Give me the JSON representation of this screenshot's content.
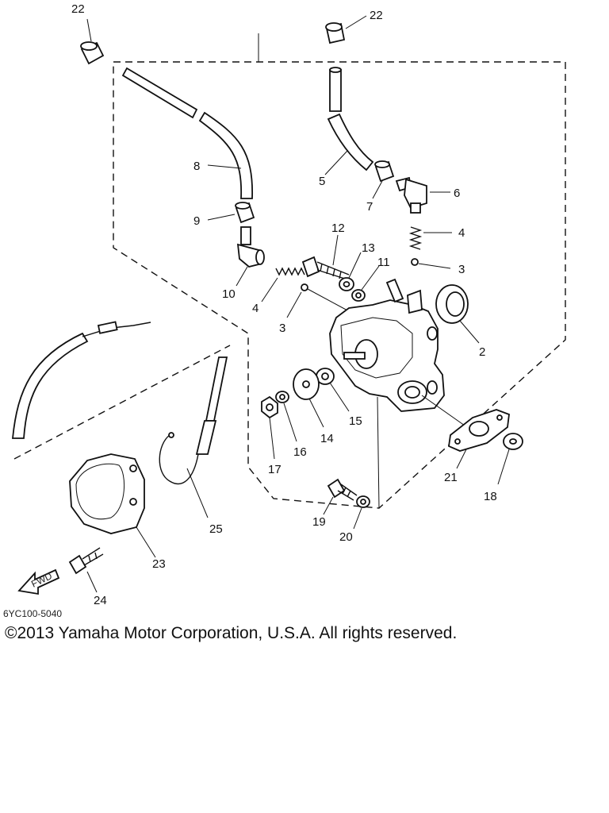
{
  "diagram": {
    "reference_code": "6YC100-5040",
    "fwd_label": "FWD",
    "callouts": [
      "22",
      "22",
      "8",
      "9",
      "10",
      "4",
      "3",
      "12",
      "13",
      "11",
      "4",
      "3",
      "2",
      "5",
      "7",
      "6",
      "15",
      "14",
      "16",
      "17",
      "21",
      "18",
      "19",
      "20",
      "25",
      "23",
      "24"
    ]
  },
  "footer": {
    "copyright": "©2013 Yamaha Motor Corporation, U.S.A. All rights reserved."
  }
}
